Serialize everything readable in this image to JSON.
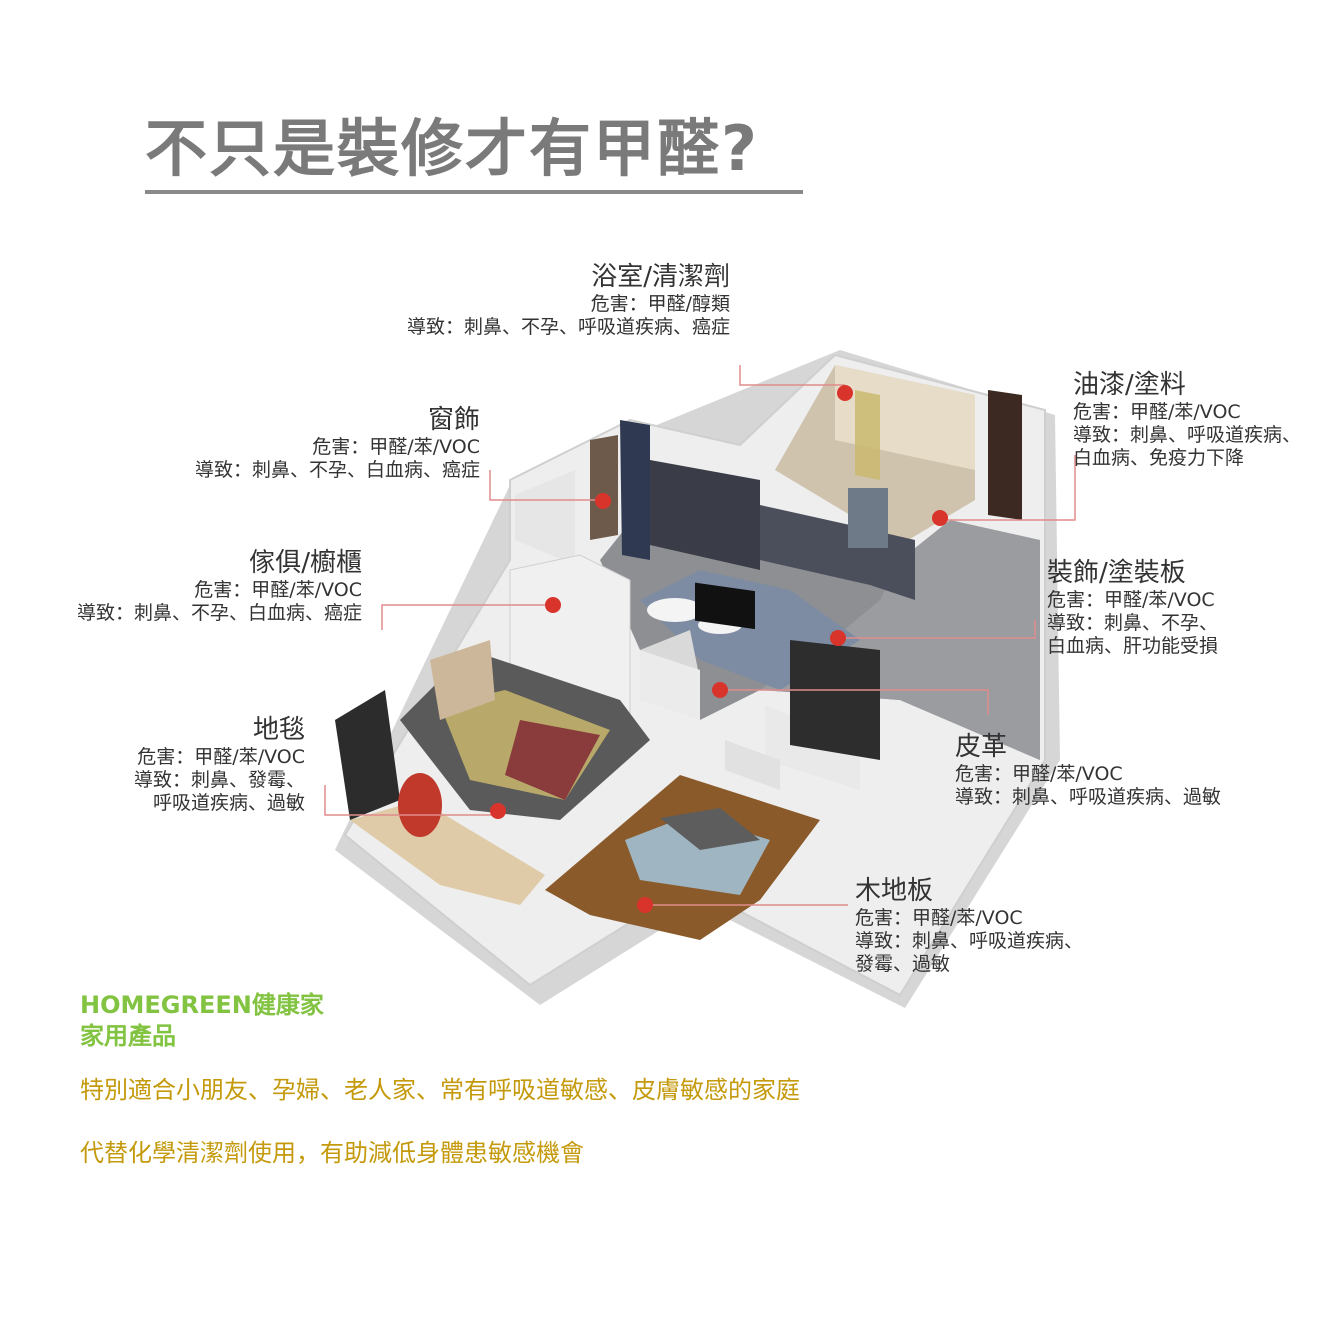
{
  "title": "不只是裝修才有甲醛?",
  "callouts": {
    "bathroom": {
      "name": "浴室/清潔劑",
      "hazard": "危害：甲醛/醇類",
      "effect": "導致：刺鼻、不孕、呼吸道疾病、癌症"
    },
    "window": {
      "name": "窗飾",
      "hazard": "危害：甲醛/苯/VOC",
      "effect": "導致：刺鼻、不孕、白血病、癌症"
    },
    "furniture": {
      "name": "傢俱/櫥櫃",
      "hazard": "危害：甲醛/苯/VOC",
      "effect": "導致：刺鼻、不孕、白血病、癌症"
    },
    "carpet": {
      "name": "地毯",
      "hazard": "危害：甲醛/苯/VOC",
      "effect_1": "導致：刺鼻、發霉、",
      "effect_2": "呼吸道疾病、過敏"
    },
    "paint": {
      "name": "油漆/塗料",
      "hazard": "危害：甲醛/苯/VOC",
      "effect_1": "導致：刺鼻、呼吸道疾病、",
      "effect_2": "白血病、免疫力下降"
    },
    "board": {
      "name": "裝飾/塗裝板",
      "hazard": "危害：甲醛/苯/VOC",
      "effect_1": "導致：刺鼻、不孕、",
      "effect_2": "白血病、肝功能受損"
    },
    "leather": {
      "name": "皮革",
      "hazard": "危害：甲醛/苯/VOC",
      "effect": "導致：刺鼻、呼吸道疾病、過敏"
    },
    "wood_floor": {
      "name": "木地板",
      "hazard": "危害：甲醛/苯/VOC",
      "effect_1": "導致：刺鼻、呼吸道疾病、",
      "effect_2": "發霉、過敏"
    }
  },
  "brand": {
    "line1": "HOMEGREEN健康家",
    "line2": "家用產品"
  },
  "taglines": [
    "特別適合小朋友、孕婦、老人家、常有呼吸道敏感、皮膚敏感的家庭",
    "代替化學清潔劑使用，有助減低身體患敏感機會"
  ],
  "colors": {
    "title": "#7a7a7a",
    "brand": "#82c341",
    "tagline": "#c49a0c",
    "marker": "#d9342b",
    "leader": "#e08b8b"
  }
}
